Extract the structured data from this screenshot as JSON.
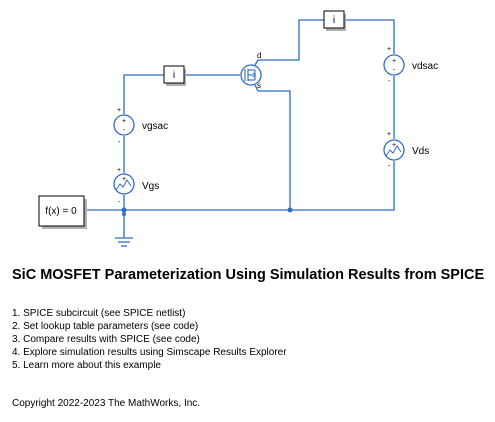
{
  "diagram": {
    "wire_color": "#2f6cc4",
    "blocks": {
      "function_block": "f(x) = 0",
      "current_sensor_left": "i",
      "current_sensor_top": "i"
    },
    "sources": {
      "vgsac": "vgsac",
      "Vgs": "Vgs",
      "vdsac": "vdsac",
      "Vds": "Vds"
    },
    "mosfet_pins": {
      "drain": "d",
      "source": "s"
    },
    "polarity": {
      "plus": "+",
      "minus": "-"
    }
  },
  "title": "SiC MOSFET Parameterization Using Simulation Results from SPICE",
  "steps": [
    "1. SPICE subcircuit (see SPICE netlist)",
    "2. Set lookup table parameters (see code)",
    "3. Compare results with SPICE  (see code)",
    "4. Explore simulation results using Simscape Results Explorer",
    "5. Learn more about this example"
  ],
  "copyright": "Copyright 2022-2023 The MathWorks, Inc."
}
